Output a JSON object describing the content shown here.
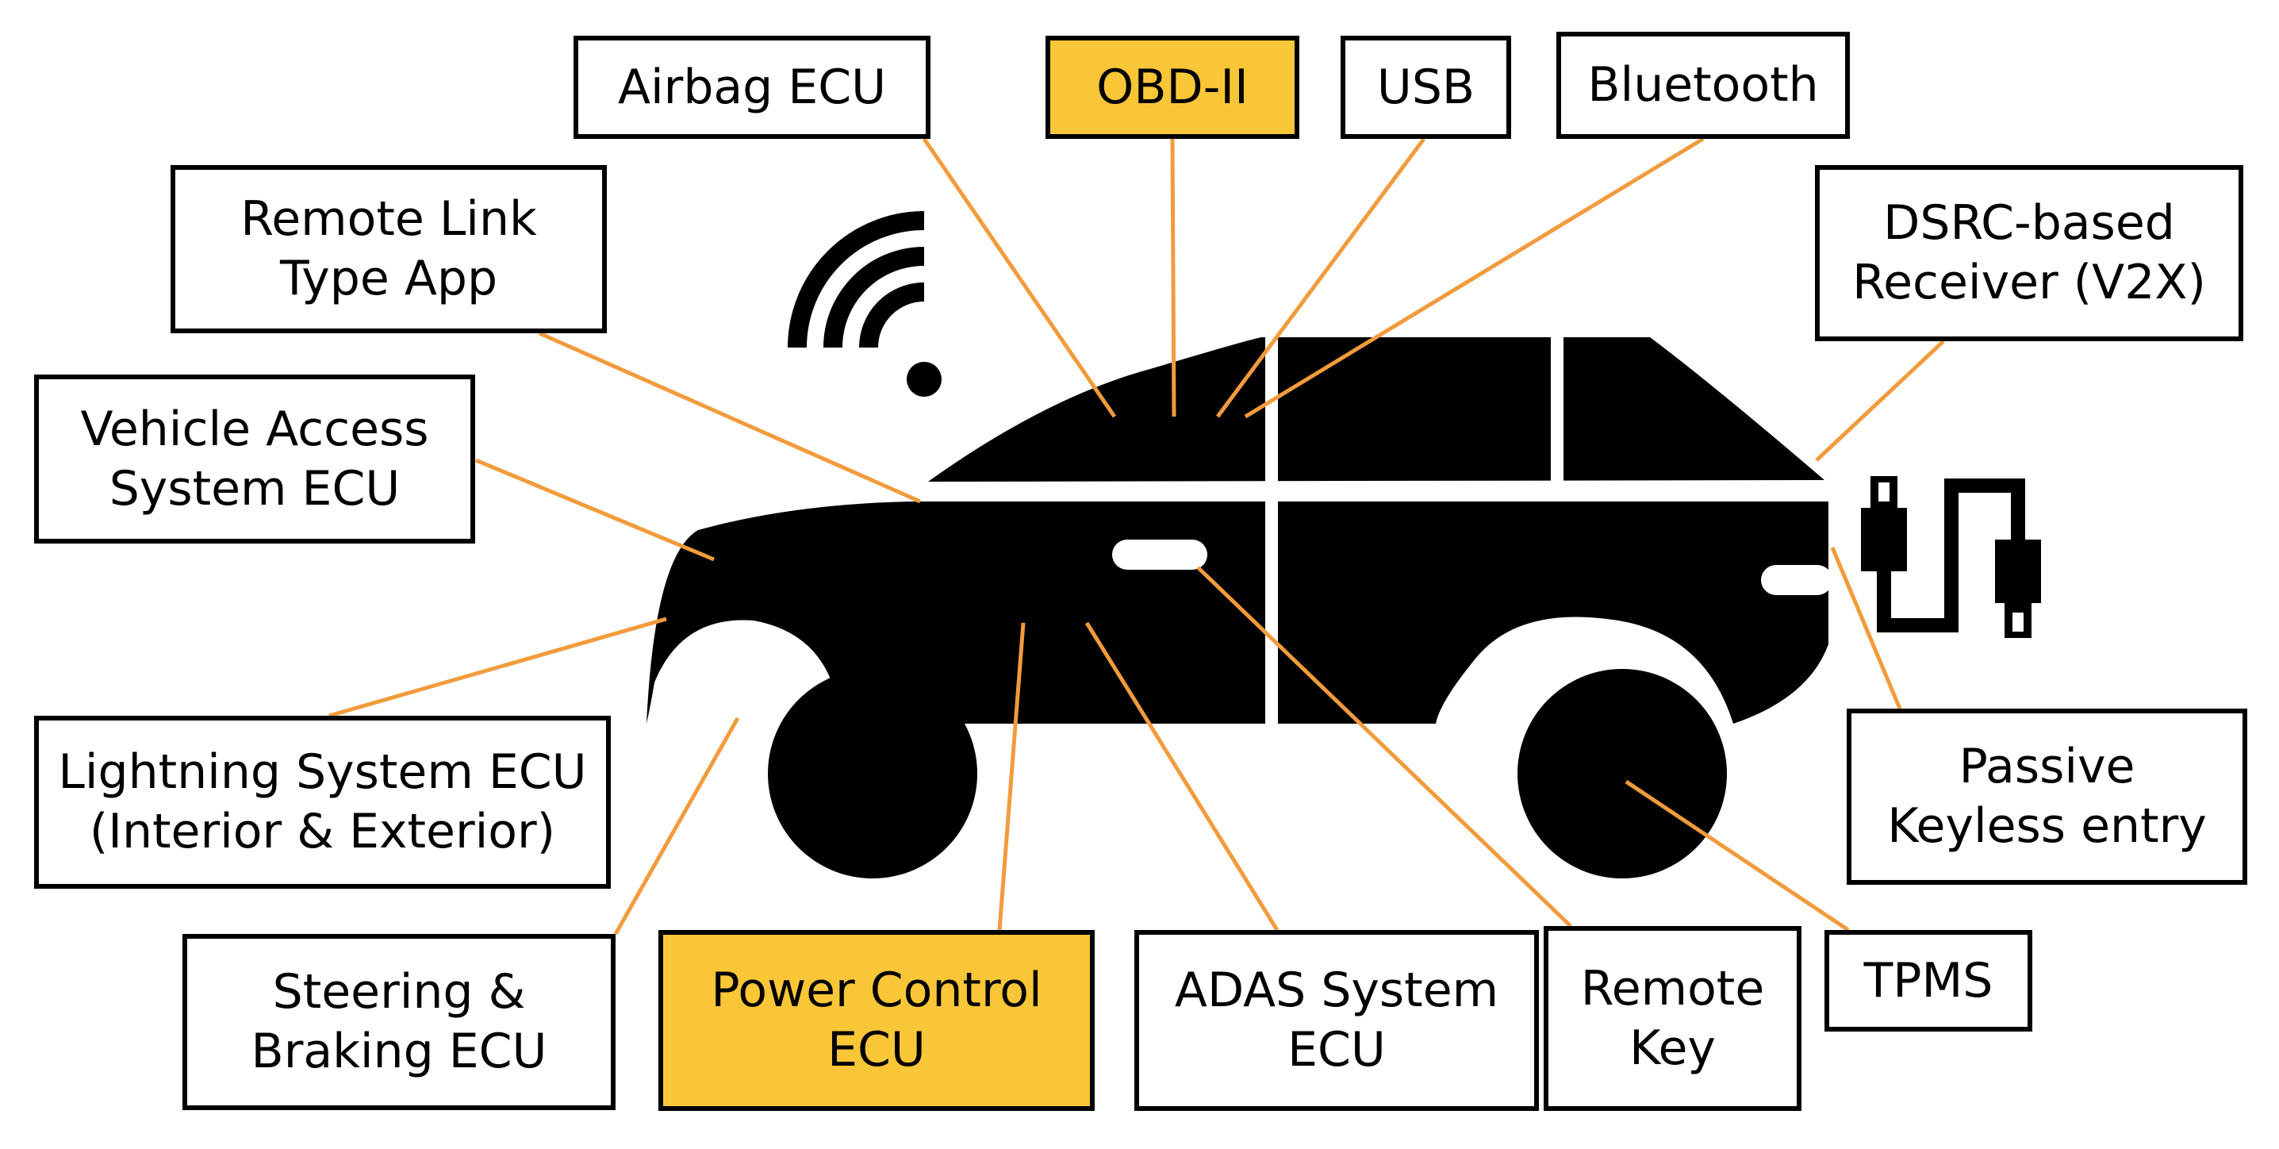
{
  "colors": {
    "leader_line": "#f29b3c",
    "highlight_fill": "#f9c637",
    "car_fill": "#000000",
    "box_border": "#000000"
  },
  "labels": {
    "airbag_ecu": [
      "Airbag ECU"
    ],
    "obd_ii": [
      "OBD-II"
    ],
    "usb": [
      "USB"
    ],
    "bluetooth": [
      "Bluetooth"
    ],
    "remote_link_app": [
      "Remote Link",
      "Type App"
    ],
    "dsrc_receiver": [
      "DSRC-based",
      "Receiver (V2X)"
    ],
    "vehicle_access_ecu": [
      "Vehicle Access",
      "System ECU"
    ],
    "lighting_ecu": [
      "Lightning System ECU",
      "(Interior & Exterior)"
    ],
    "passive_keyless": [
      "Passive",
      "Keyless entry"
    ],
    "steering_braking_ecu": [
      "Steering &",
      "Braking ECU"
    ],
    "power_control_ecu": [
      "Power Control",
      "ECU"
    ],
    "adas_ecu": [
      "ADAS System",
      "ECU"
    ],
    "remote_key": [
      "Remote",
      "Key"
    ],
    "tpms": [
      "TPMS"
    ]
  },
  "highlighted": [
    "obd_ii",
    "power_control_ecu"
  ],
  "icons": [
    "car-silhouette-icon",
    "wifi-signal-icon",
    "usb-cable-icon"
  ]
}
